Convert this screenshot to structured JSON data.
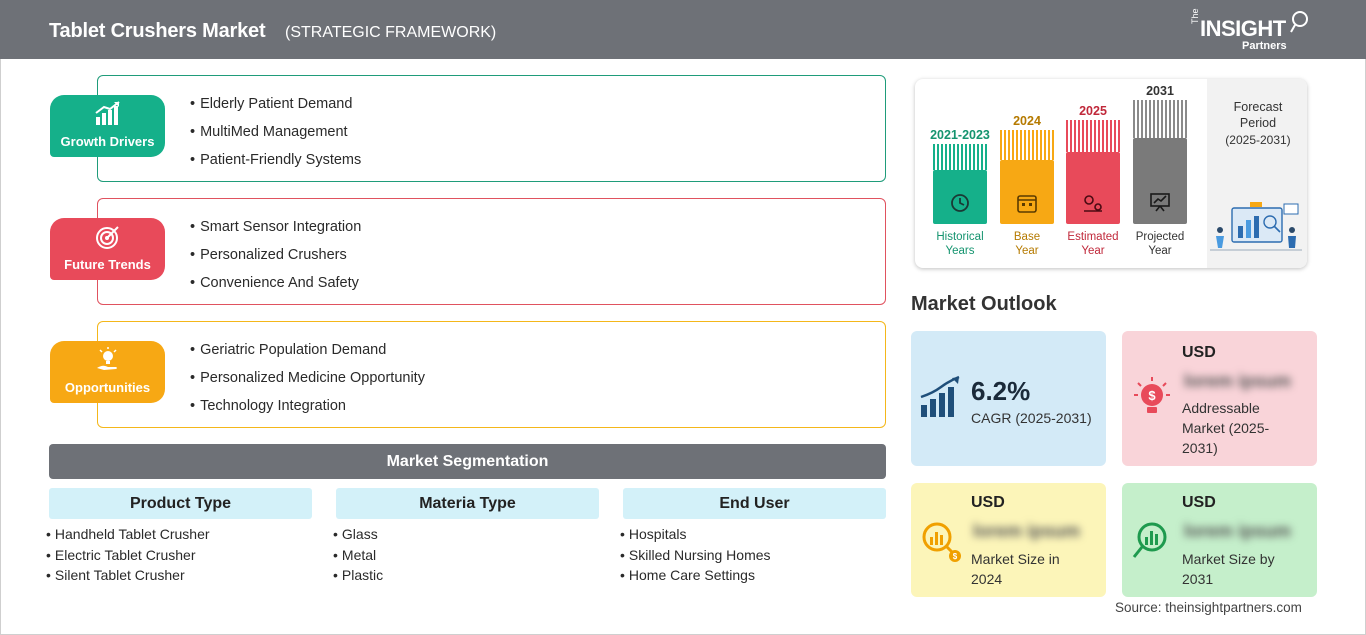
{
  "header": {
    "title": "Tablet Crushers Market",
    "subtitle": "(STRATEGIC FRAMEWORK)",
    "logo_the": "The",
    "logo_insight": "INSIGHT",
    "logo_partners": "Partners"
  },
  "colors": {
    "header": "#6e7177",
    "growth": "#15b08a",
    "trends": "#e84a5a",
    "opportunities": "#f7a814",
    "segment_head": "#d3f1f9"
  },
  "drivers": {
    "label": "Growth Drivers",
    "icon": "bar-chart-up-icon",
    "items": [
      "Elderly Patient Demand",
      "MultiMed Management",
      "Patient-Friendly Systems"
    ]
  },
  "trends": {
    "label": "Future Trends",
    "icon": "target-icon",
    "items": [
      "Smart Sensor Integration",
      "Personalized Crushers",
      "Convenience And Safety"
    ]
  },
  "opportunities": {
    "label": "Opportunities",
    "icon": "lightbulb-hand-icon",
    "items": [
      "Geriatric Population Demand",
      "Personalized Medicine Opportunity",
      "Technology Integration"
    ]
  },
  "segmentation": {
    "title": "Market Segmentation",
    "columns": [
      {
        "head": "Product Type",
        "items": [
          "Handheld Tablet Crusher",
          "Electric Tablet Crusher",
          "Silent Tablet Crusher"
        ]
      },
      {
        "head": "Materia Type",
        "items": [
          "Glass",
          "Metal",
          "Plastic"
        ]
      },
      {
        "head": "End User",
        "items": [
          "Hospitals",
          "Skilled Nursing Homes",
          "Home Care Settings"
        ]
      }
    ]
  },
  "timeline": {
    "columns": [
      {
        "year": "2021-2023",
        "label1": "Historical",
        "label2": "Years",
        "color": "#15b08a",
        "icon": "clock-history-icon"
      },
      {
        "year": "2024",
        "label1": "Base",
        "label2": "Year",
        "color": "#f7a814",
        "icon": "calendar-icon"
      },
      {
        "year": "2025",
        "label1": "Estimated",
        "label2": "Year",
        "color": "#e84a5a",
        "icon": "gears-chart-icon"
      },
      {
        "year": "2031",
        "label1": "Projected",
        "label2": "Year",
        "color": "#7a7a7a",
        "icon": "presentation-chart-icon"
      }
    ],
    "forecast_title": "Forecast Period",
    "forecast_range": "(2025-2031)"
  },
  "outlook": {
    "title": "Market Outlook",
    "cagr_value": "6.2%",
    "cagr_label": "CAGR (2025-2031)",
    "addressable_usd": "USD",
    "addressable_value": "lorem ipsum",
    "addressable_label": "Addressable Market (2025-2031)",
    "size2024_usd": "USD",
    "size2024_value": "lorem ipsum",
    "size2024_label": "Market Size in 2024",
    "size2031_usd": "USD",
    "size2031_value": "lorem ipsum",
    "size2031_label": "Market Size by 2031"
  },
  "source": "Source: theinsightpartners.com"
}
